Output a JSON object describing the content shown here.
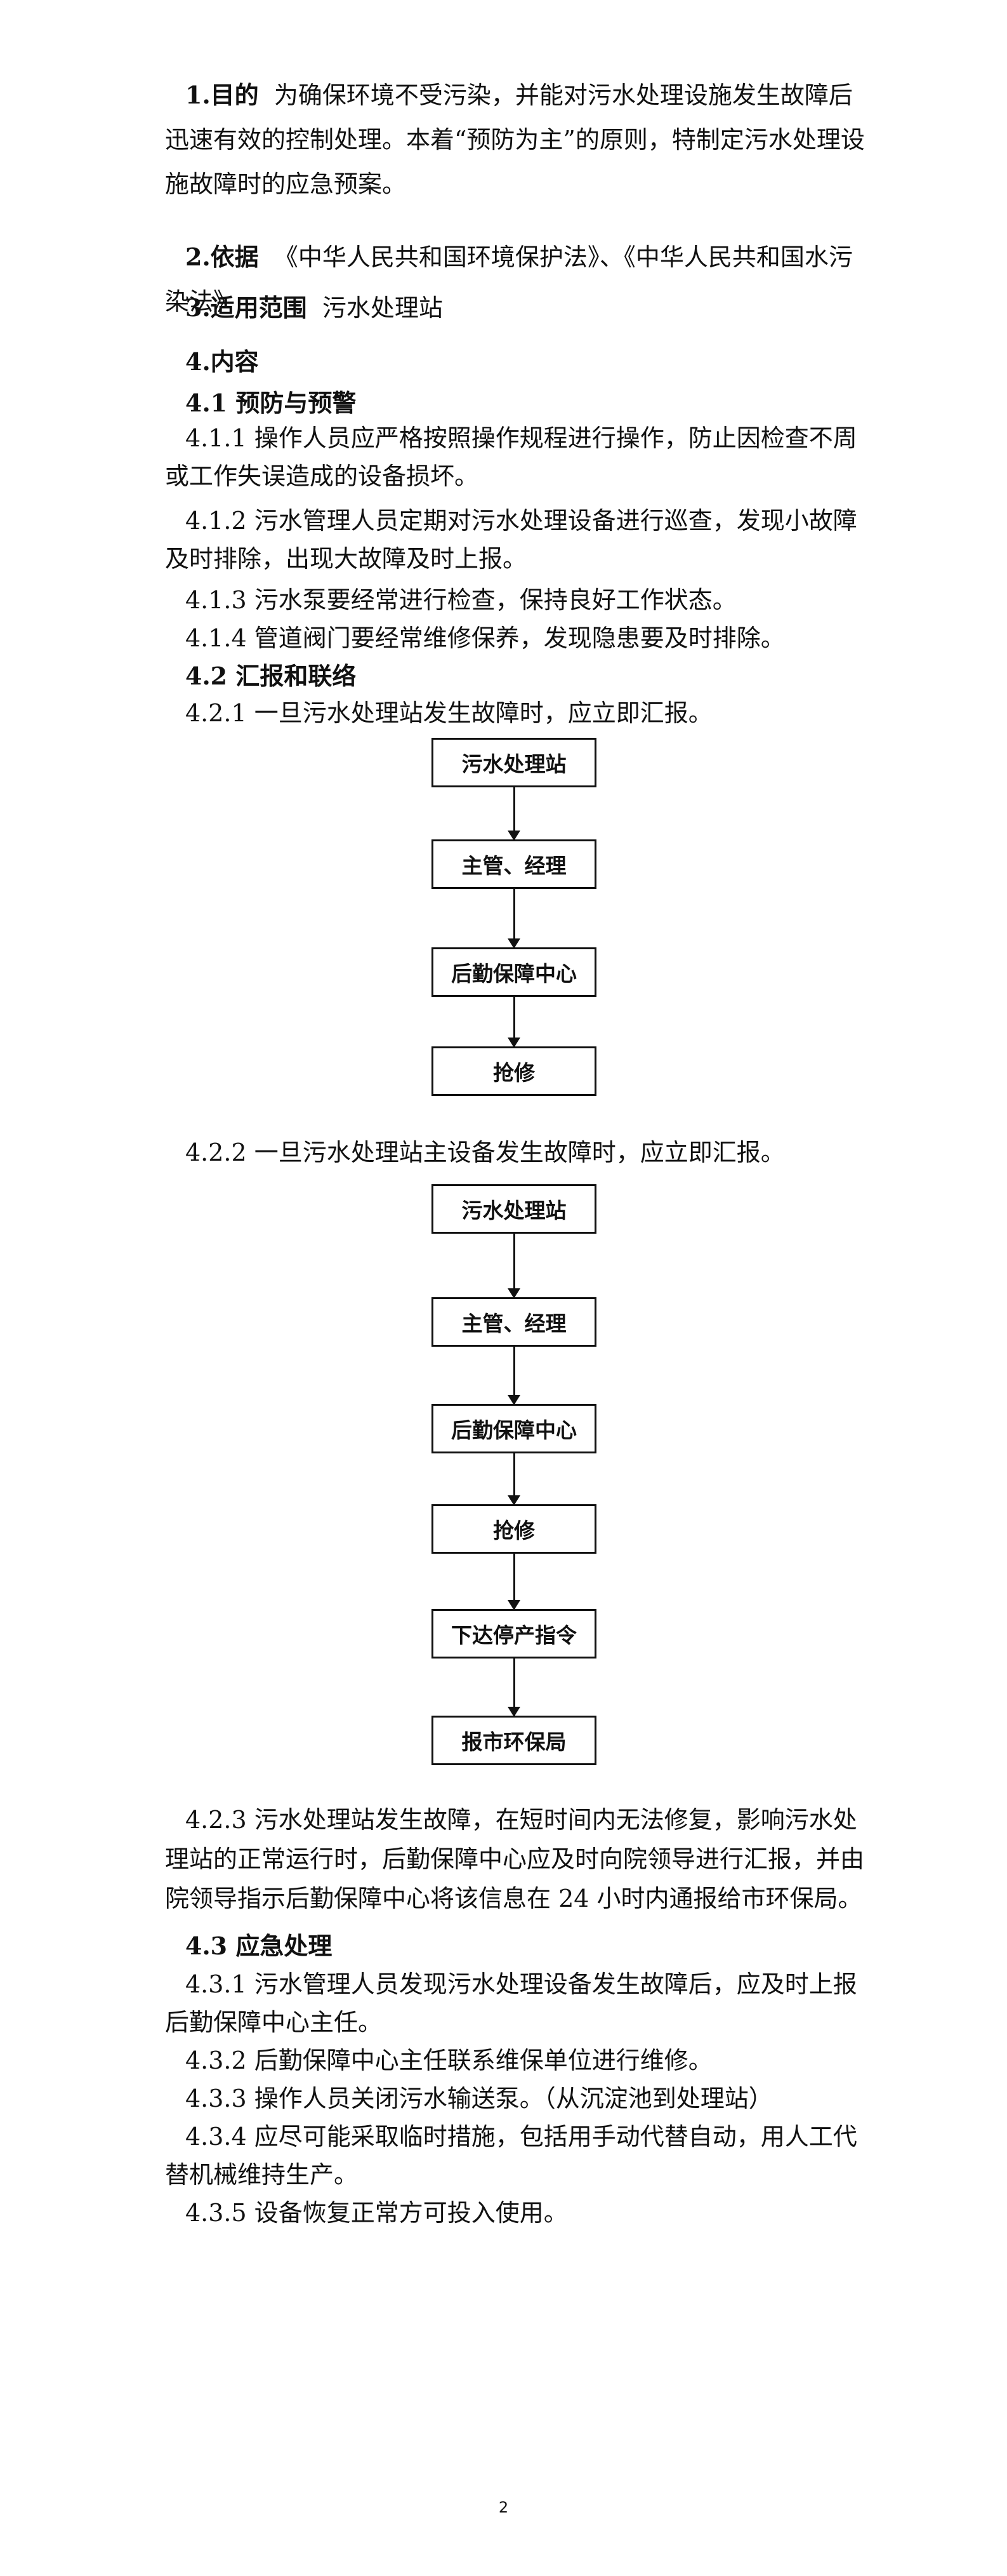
{
  "sec1": {
    "head": "1.目的",
    "text": "为确保环境不受污染，并能对污水处理设施发生故障后迅速有效的控制处理。本着“预防为主”的原则，特制定污水处理设施故障时的应急预案。"
  },
  "sec2": {
    "head": "2.依据",
    "text": "《中华人民共和国环境保护法》、《中华人民共和国水污染法》"
  },
  "sec3": {
    "head": "3.适用范围",
    "text": "污水处理站"
  },
  "sec4": {
    "head": "4.内容"
  },
  "s41": {
    "head": "4.1 预防与预警",
    "items": [
      "4.1.1 操作人员应严格按照操作规程进行操作，防止因检查不周或工作失误造成的设备损坏。",
      "4.1.2 污水管理人员定期对污水处理设备进行巡查，发现小故障及时排除，出现大故障及时上报。",
      "4.1.3 污水泵要经常进行检查，保持良好工作状态。",
      "4.1.4 管道阀门要经常维修保养，发现隐患要及时排除。"
    ]
  },
  "s42": {
    "head": "4.2 汇报和联络",
    "p1": "4.2.1 一旦污水处理站发生故障时，应立即汇报。",
    "flow1": [
      "污水处理站",
      "主管、经理",
      "后勤保障中心",
      "抢修"
    ],
    "p2": "4.2.2 一旦污水处理站主设备发生故障时，应立即汇报。",
    "flow2": [
      "污水处理站",
      "主管、经理",
      "后勤保障中心",
      "抢修",
      "下达停产指令",
      "报市环保局"
    ],
    "p3": "4.2.3 污水处理站发生故障，在短时间内无法修复，影响污水处理站的正常运行时，后勤保障中心应及时向院领导进行汇报，并由院领导指示后勤保障中心将该信息在 24 小时内通报给市环保局。"
  },
  "s43": {
    "head": "4.3 应急处理",
    "items": [
      "4.3.1 污水管理人员发现污水处理设备发生故障后，应及时上报后勤保障中心主任。",
      "4.3.2 后勤保障中心主任联系维保单位进行维修。",
      "4.3.3 操作人员关闭污水输送泵。（从沉淀池到处理站）",
      "4.3.4 应尽可能采取临时措施，包括用手动代替自动，用人工代替机械维持生产。",
      "4.3.5 设备恢复正常方可投入使用。"
    ]
  },
  "page_number": "2"
}
